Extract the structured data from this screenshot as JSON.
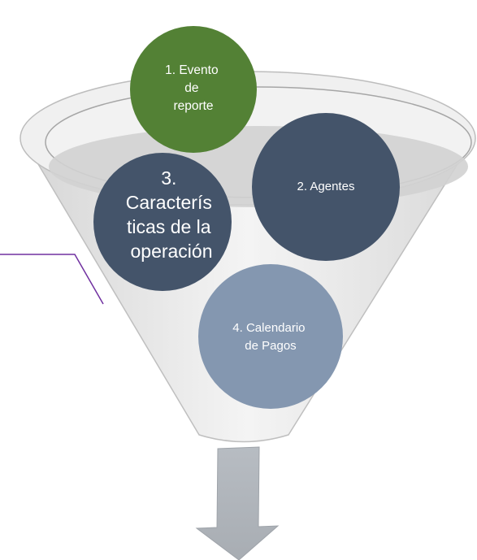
{
  "diagram": {
    "stages": [
      {
        "lines": [
          "1. Evento",
          "de",
          "reporte"
        ],
        "color": "#538135"
      },
      {
        "lines": [
          "2. Agentes"
        ],
        "color": "#44546A"
      },
      {
        "lines": [
          "3.",
          "Caracterís",
          "ticas de la",
          "operación"
        ],
        "color": "#44546A"
      },
      {
        "lines": [
          "4. Calendario",
          "de Pagos"
        ],
        "color": "#8497B0"
      }
    ]
  }
}
